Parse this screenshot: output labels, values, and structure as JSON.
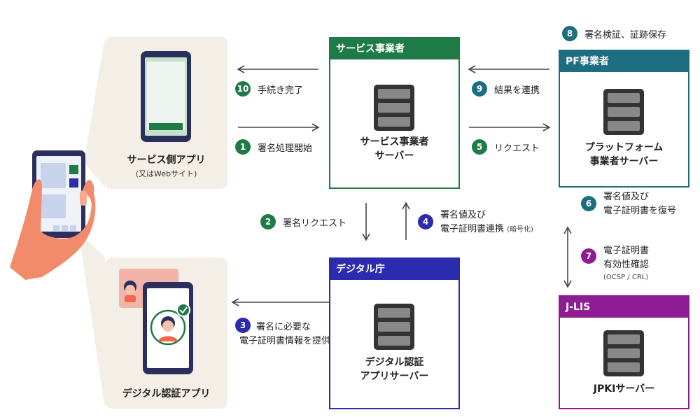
{
  "colors": {
    "green": "#1e7a46",
    "teal": "#1b6d7f",
    "blue": "#2b2bb0",
    "purple": "#8e1c94",
    "arrow": "#444444",
    "panel": "#f4efe6",
    "hand": "#f28b6c"
  },
  "boxes": {
    "service": {
      "header": "サービス事業者",
      "line1": "サービス事業者",
      "line2": "サーバー"
    },
    "pf": {
      "header": "PF事業者",
      "line1": "プラットフォーム",
      "line2": "事業者サーバー"
    },
    "digital": {
      "header": "デジタル庁",
      "line1": "デジタル認証",
      "line2": "アプリサーバー"
    },
    "jlis": {
      "header": "J-LIS",
      "line1": "JPKIサーバー"
    }
  },
  "apps": {
    "service_app": {
      "title": "サービス側アプリ",
      "subtitle": "(又はWebサイト)"
    },
    "digital_app": {
      "title": "デジタル認証アプリ"
    }
  },
  "steps": [
    {
      "num": "1",
      "line1": "署名処理開始"
    },
    {
      "num": "2",
      "line1": "署名リクエスト"
    },
    {
      "num": "3",
      "line1": "署名に必要な",
      "line2": "電子証明書情報を提供"
    },
    {
      "num": "4",
      "line1": "署名値及び",
      "line2": "電子証明書連携",
      "note": "(暗号化)"
    },
    {
      "num": "5",
      "line1": "リクエスト"
    },
    {
      "num": "6",
      "line1": "署名値及び",
      "line2": "電子証明書を復号"
    },
    {
      "num": "7",
      "line1": "電子証明書",
      "line2": "有効性確認",
      "note": "(OCSP / CRL)"
    },
    {
      "num": "8",
      "line1": "署名検証、証跡保存"
    },
    {
      "num": "9",
      "line1": "結果を連携"
    },
    {
      "num": "10",
      "line1": "手続き完了"
    }
  ]
}
